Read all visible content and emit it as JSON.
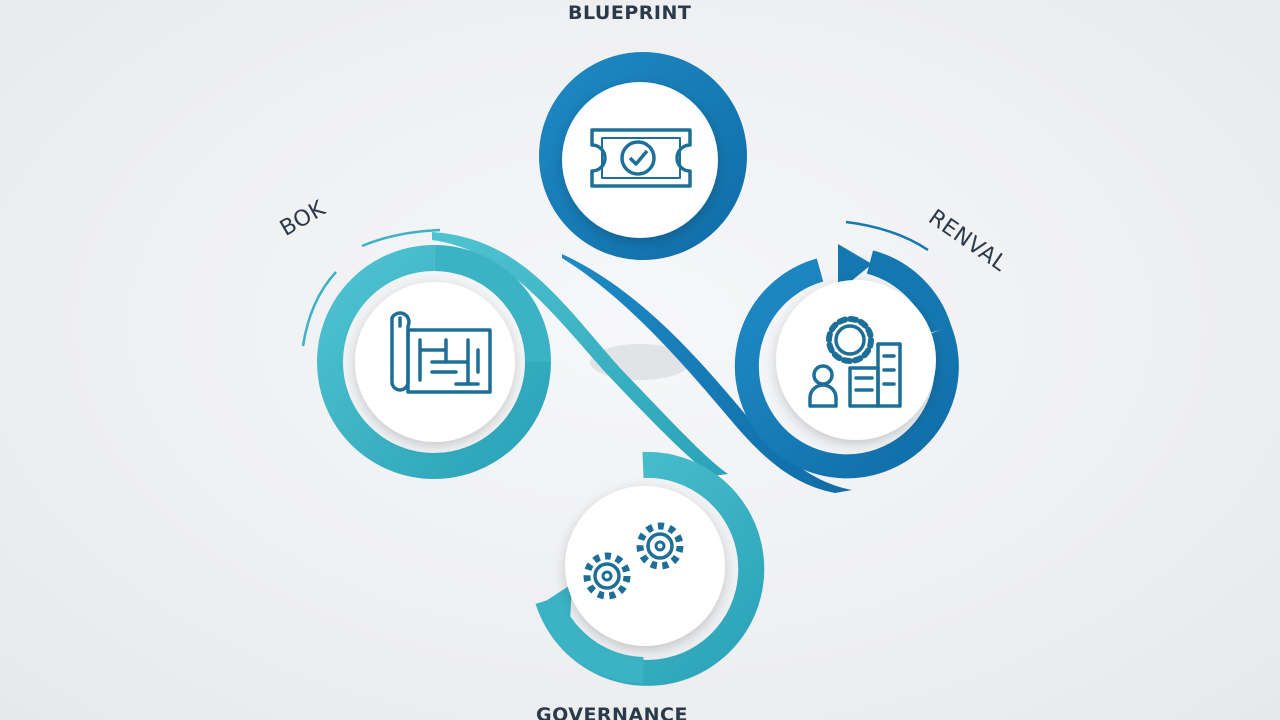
{
  "diagram": {
    "nodes": [
      {
        "id": "top",
        "label": "BLUEPRINT",
        "icon": "ticket-check-icon"
      },
      {
        "id": "left",
        "label": "BOK",
        "icon": "blueprint-scroll-icon"
      },
      {
        "id": "right",
        "label": "RENVAL",
        "icon": "gear-worker-building-icon"
      },
      {
        "id": "bottom",
        "label": "GOVERNANCE",
        "icon": "gears-icon"
      }
    ]
  },
  "colors": {
    "teal": "#3bb3c4",
    "blue": "#1577b0",
    "icon_stroke": "#1e6f97",
    "node_fill": "#ffffff"
  }
}
